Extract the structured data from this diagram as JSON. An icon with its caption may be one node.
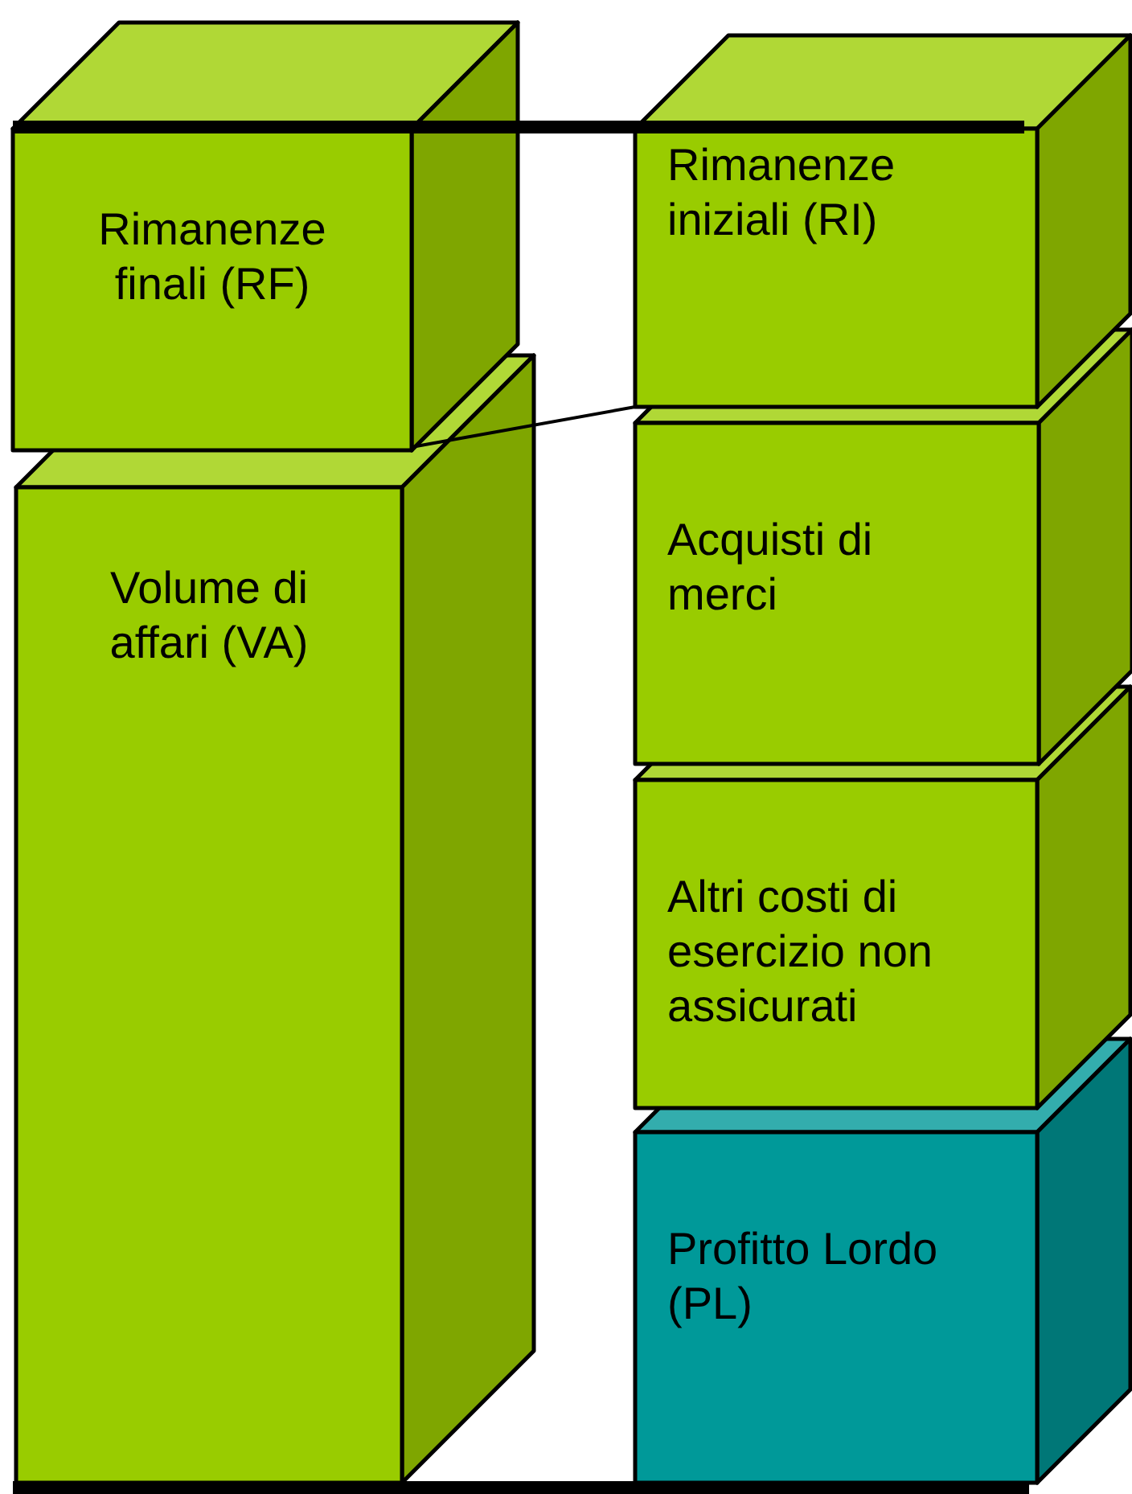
{
  "diagram": {
    "nodes": [
      {
        "text": [
          "Rimanenze finali (RF)"
        ]
      },
      {
        "text": [
          "Volume di affari (VA)"
        ]
      },
      {
        "text": [
          "Rimanenze iniziali (RI)"
        ]
      },
      {
        "text": [
          "Acquisti di merci"
        ]
      },
      {
        "text": [
          "Altri costi di esercizio non assicurati"
        ]
      },
      {
        "text": [
          "Profitto Lordo (PL)"
        ]
      }
    ],
    "edges": [
      {
        "from": 0,
        "to": 2,
        "arrow": "none"
      }
    ]
  }
}
